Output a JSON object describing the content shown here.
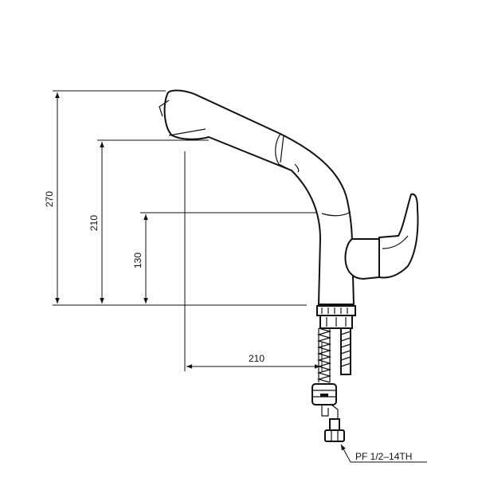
{
  "dimensions": {
    "total_height": "270",
    "spout_height": "210",
    "handle_height": "130",
    "reach": "210"
  },
  "callout": {
    "thread_spec": "PF 1/2–14TH"
  }
}
